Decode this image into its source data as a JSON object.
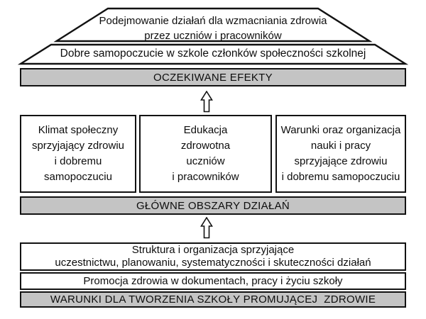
{
  "diagram": {
    "pyramid": {
      "top_label": "Podejmowanie działań dla wzmacniania zdrowia\nprzez uczniów i pracowników",
      "base_label": "Dobre samopoczucie w szkole członków społeczności szkolnej"
    },
    "bars": {
      "effects": "OCZEKIWANE EFEKTY",
      "areas": "GŁÓWNE OBSZARY DZIAŁAŃ",
      "conditions": "WARUNKI DLA TWORZENIA SZKOŁY PROMUJĄCEJ  ZDROWIE"
    },
    "area_boxes": [
      {
        "label": "Klimat społeczny\nsprzyjający zdrowiu\ni dobremu\nsamopoczuciu"
      },
      {
        "label": "Edukacja\nzdrowotna\nuczniów\ni pracowników"
      },
      {
        "label": "Warunki oraz organizacja\nnauki i pracy\nsprzyjające zdrowiu\ni dobremu samopoczuciu"
      }
    ],
    "condition_boxes": [
      {
        "label": "Struktura i organizacja sprzyjające\nuczestnictwu, planowaniu, systematyczności i skuteczności działań"
      },
      {
        "label": "Promocja zdrowia w dokumentach, pracy i życiu szkoły"
      }
    ],
    "colors": {
      "bar_fill": "#c4c4c4",
      "border": "#121212",
      "box_fill": "#ffffff"
    }
  }
}
